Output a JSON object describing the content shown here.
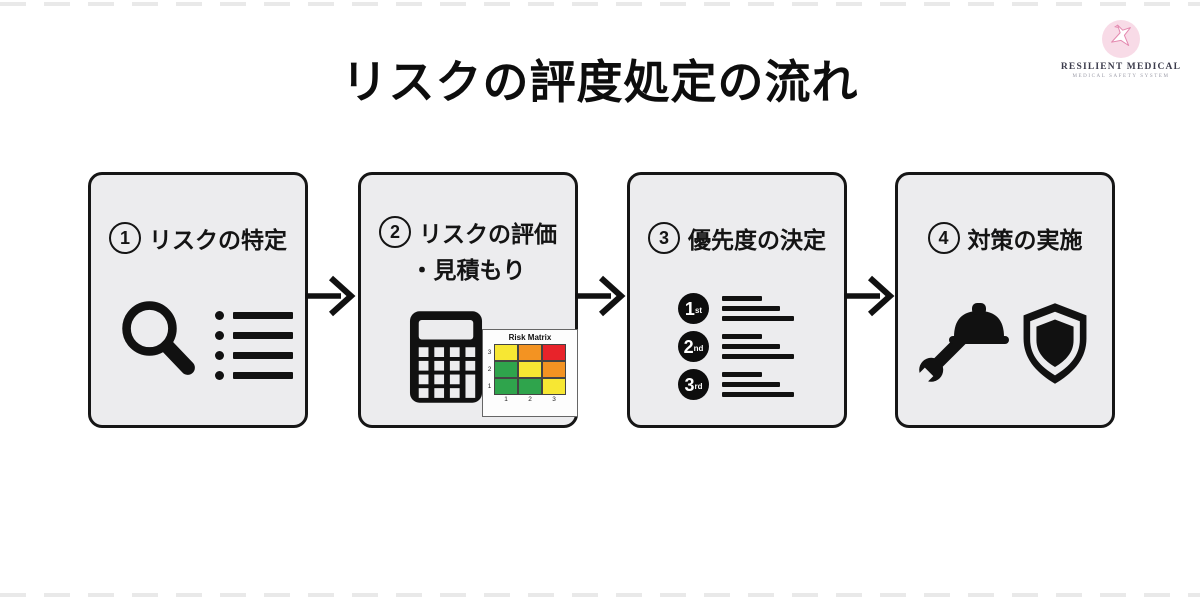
{
  "title": "リスクの評度処定の流れ",
  "logo": {
    "brand": "RESILIENT MEDICAL",
    "tagline": "MEDICAL SAFETY SYSTEM",
    "circle_color": "#f8dbe7",
    "crane_color": "#e48ab0"
  },
  "steps": [
    {
      "number": "1",
      "label": "リスクの特定"
    },
    {
      "number": "2",
      "label": "リスクの評価",
      "label_line2": "・見積もり"
    },
    {
      "number": "3",
      "label": "優先度の決定",
      "ranks": [
        {
          "value": "1",
          "suffix": "st"
        },
        {
          "value": "2",
          "suffix": "nd"
        },
        {
          "value": "3",
          "rd": "",
          "suffix": "rd"
        }
      ]
    },
    {
      "number": "4",
      "label": "対策の実施"
    }
  ],
  "risk_matrix": {
    "title": "Risk Matrix",
    "y_labels": [
      "3",
      "2",
      "1"
    ],
    "x_labels": [
      "1",
      "2",
      "3"
    ],
    "cells": [
      [
        "#f7e733",
        "#f39322",
        "#e8232a"
      ],
      [
        "#2fa44c",
        "#f7e733",
        "#f39322"
      ],
      [
        "#2fa44c",
        "#2fa44c",
        "#f7e733"
      ]
    ]
  },
  "colors": {
    "box_bg": "#ececee",
    "box_border": "#161616",
    "icon_black": "#111111",
    "page_bg": "#ffffff"
  }
}
